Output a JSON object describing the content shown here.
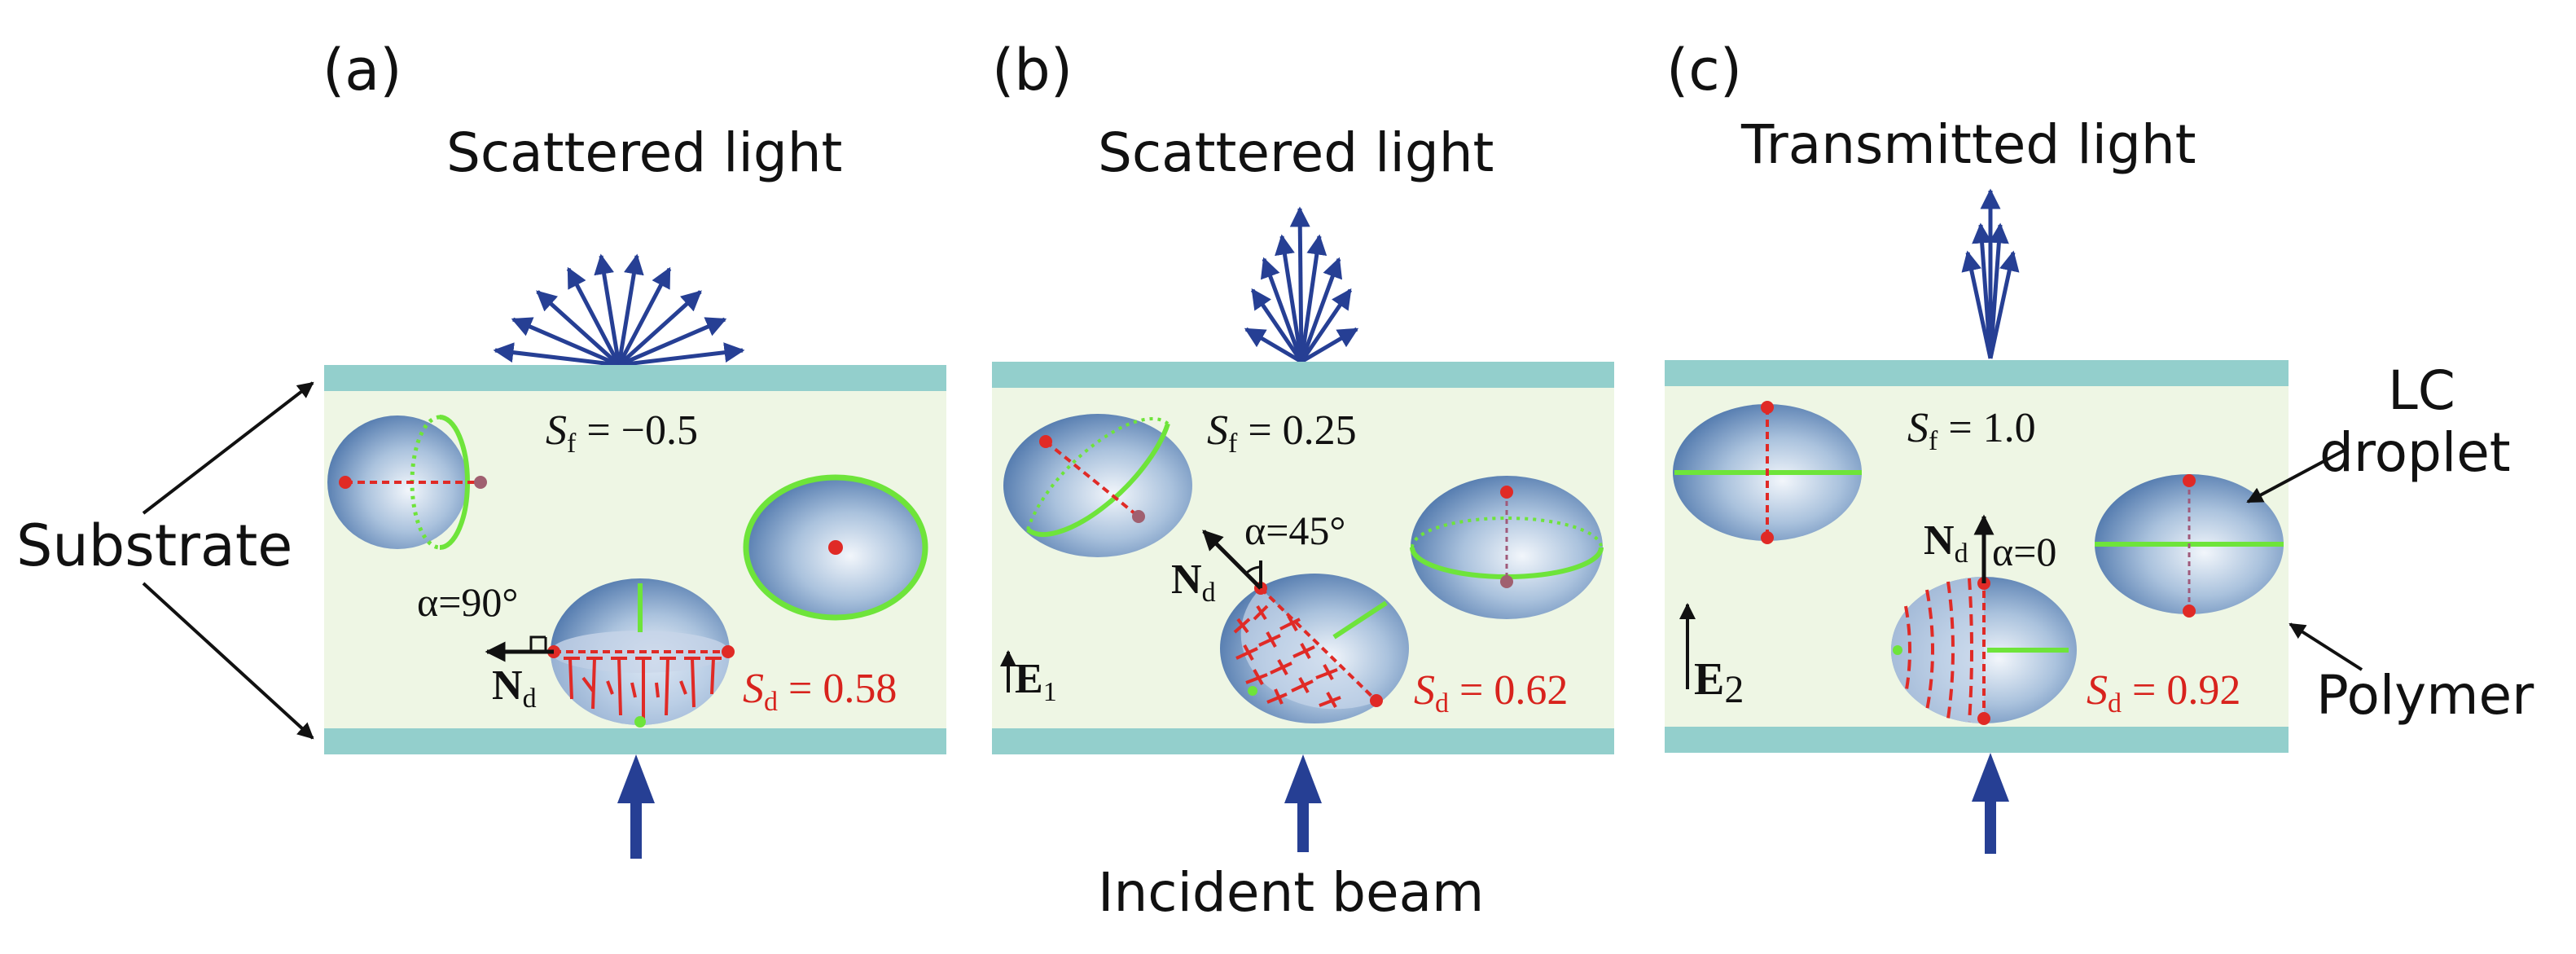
{
  "panels": [
    {
      "label": "(a)",
      "top_text": "Scattered light",
      "sf": {
        "sym": "S",
        "sub": "f",
        "val": " = −0.5"
      },
      "sd": {
        "sym": "S",
        "sub": "d",
        "val": " = 0.58"
      },
      "alpha": "α=90°",
      "nd": {
        "sym": "N",
        "sub": "d"
      },
      "field": null
    },
    {
      "label": "(b)",
      "top_text": "Scattered light",
      "sf": {
        "sym": "S",
        "sub": "f",
        "val": " = 0.25"
      },
      "sd": {
        "sym": "S",
        "sub": "d",
        "val": " = 0.62"
      },
      "alpha": "α=45°",
      "nd": {
        "sym": "N",
        "sub": "d"
      },
      "field": {
        "sym": "E",
        "sub": "1"
      }
    },
    {
      "label": "(c)",
      "top_text": "Transmitted light",
      "sf": {
        "sym": "S",
        "sub": "f",
        "val": " = 1.0"
      },
      "sd": {
        "sym": "S",
        "sub": "d",
        "val": " = 0.92"
      },
      "alpha": "α=0",
      "nd": {
        "sym": "N",
        "sub": "d"
      },
      "field": {
        "sym": "E",
        "sub": "2"
      }
    }
  ],
  "labels": {
    "substrate": "Substrate",
    "incident_beam": "Incident beam",
    "lc_droplet_line1": "LC",
    "lc_droplet_line2": "droplet",
    "polymer": "Polymer"
  },
  "colors": {
    "substrate": "#93cfcc",
    "polymer": "#eef6e4",
    "arrow_blue": "#263f94",
    "droplet_green": "#6ee43a",
    "director_red": "#e02a26",
    "value_red": "#d8231d"
  }
}
